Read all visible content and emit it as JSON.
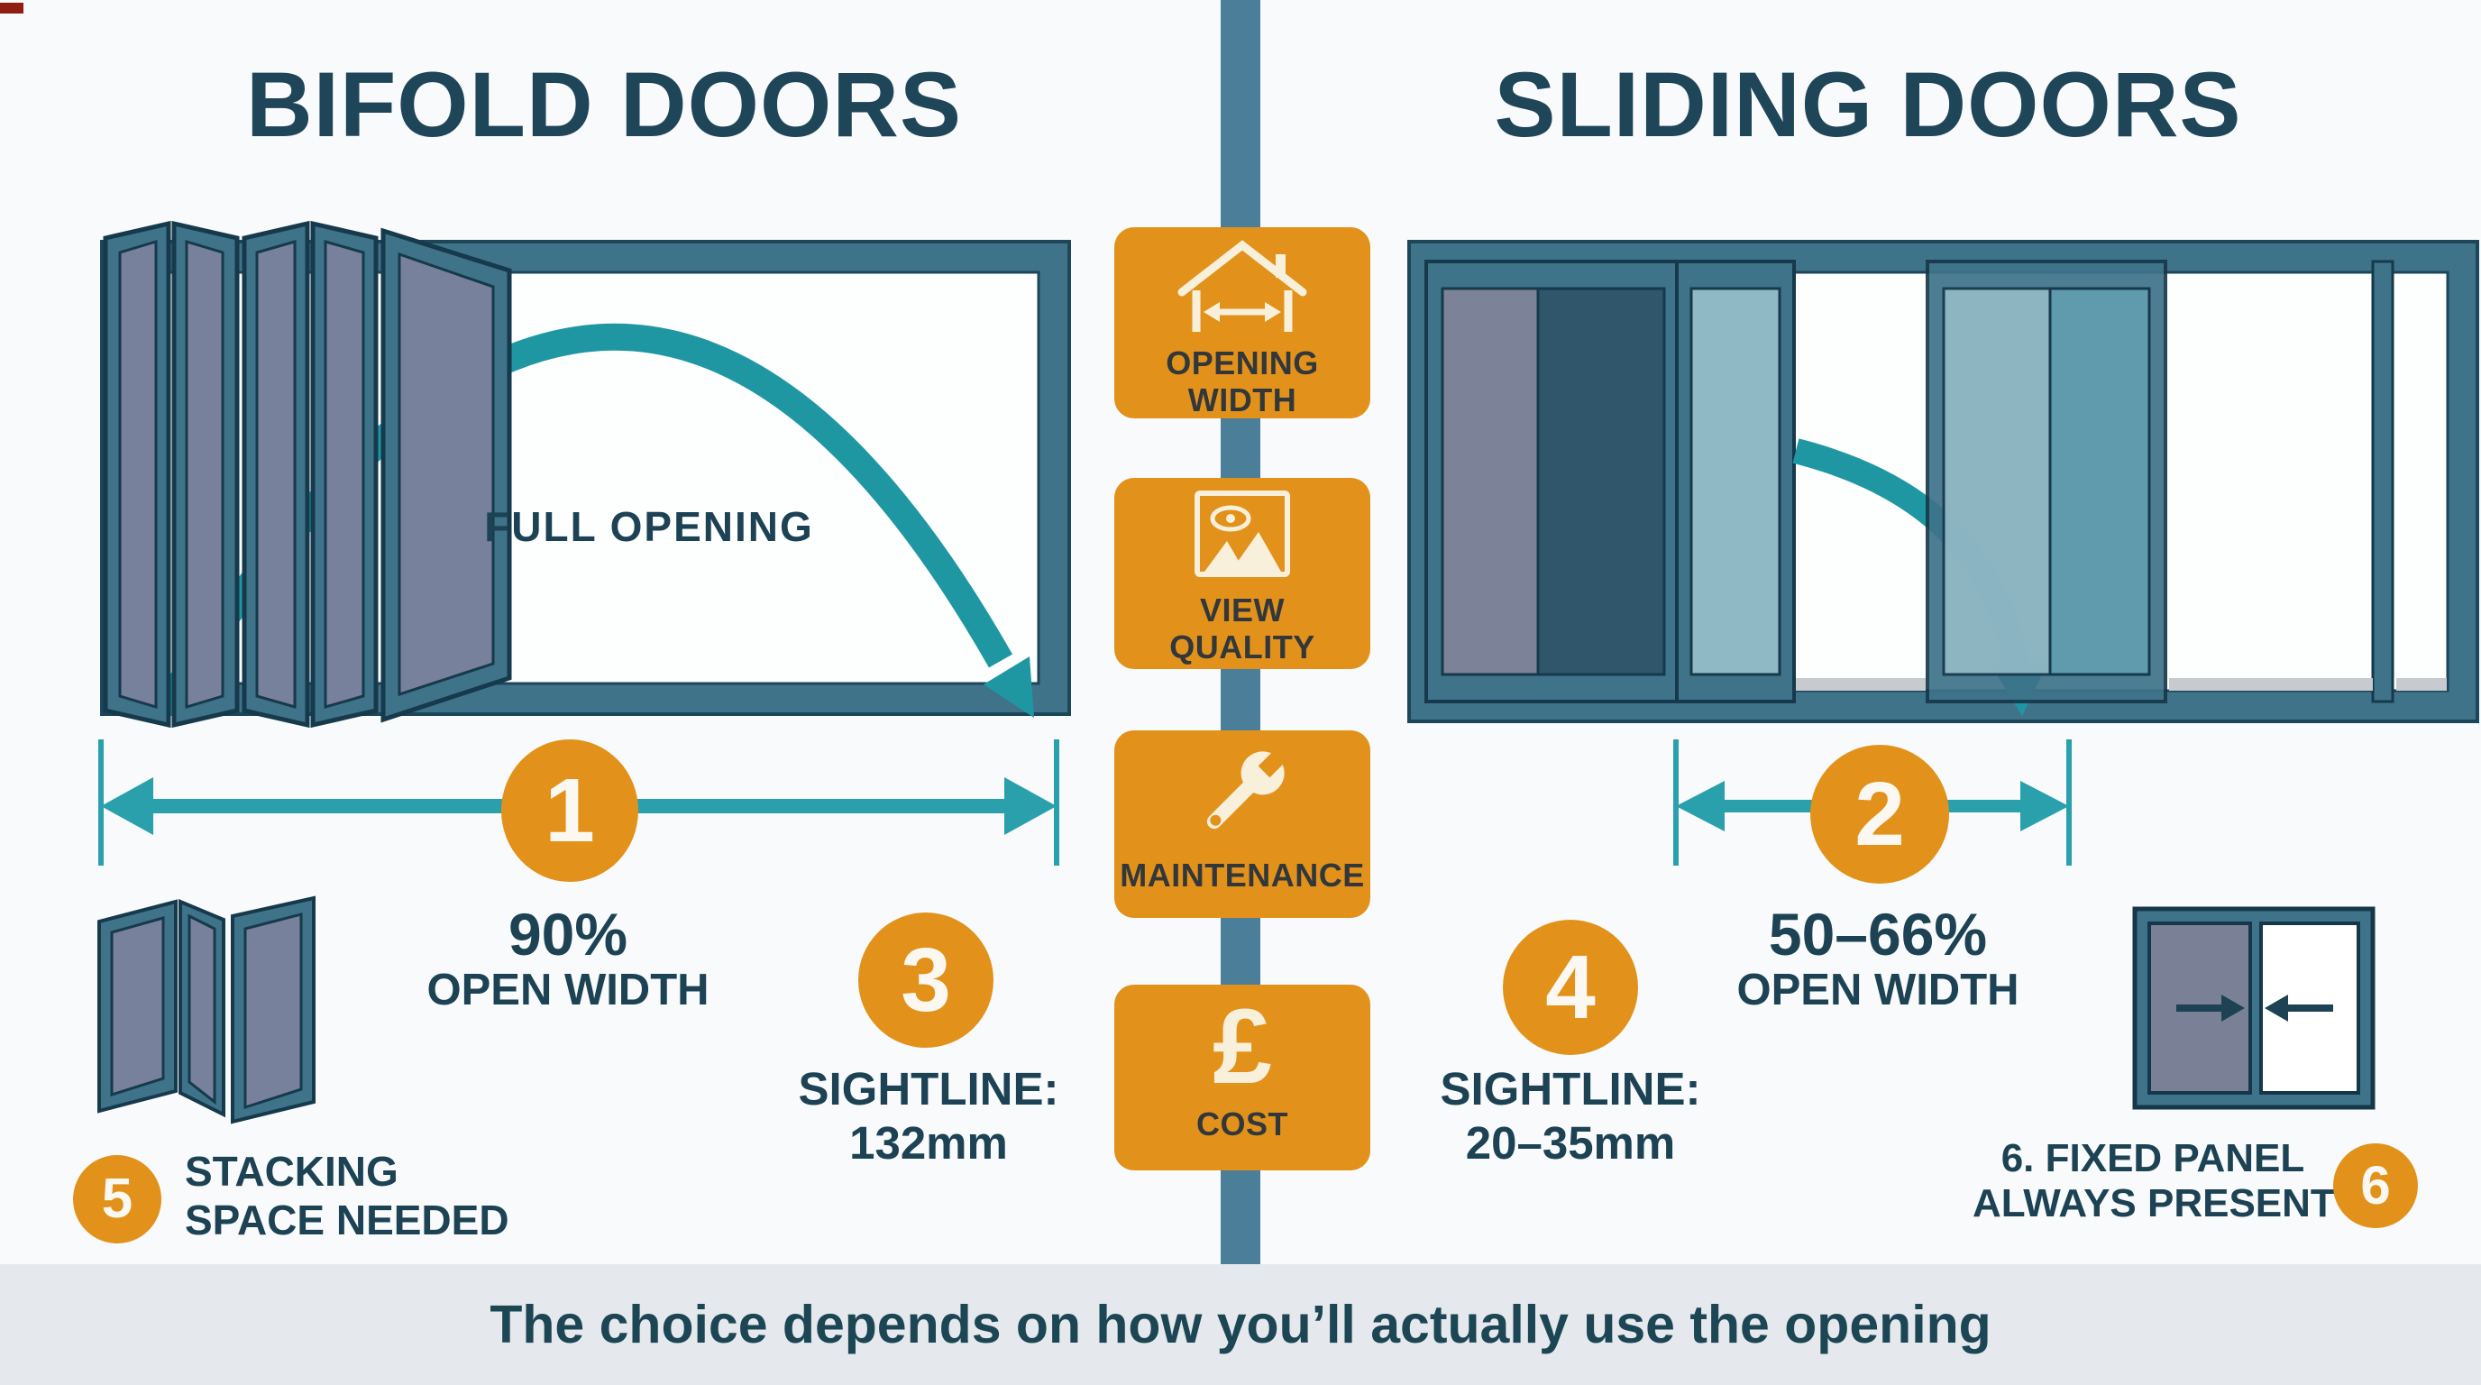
{
  "page": {
    "caption": "The choice depends on how you’ll actually use the opening",
    "background": "#F8FAFB",
    "caption_bg": "#E5E9ED"
  },
  "colors": {
    "accent_orange": "#E2921B",
    "teal_arrow": "#1F97A3",
    "measure_teal": "#2AA0AC",
    "steel_bar": "#4A7E99",
    "frame_teal": "#3E7389",
    "frame_outline": "#1D4659",
    "glass_slate": "#78819B",
    "glass_dark": "#2F566B",
    "glass_light": "#8FB9C5",
    "glass_medium": "#5F9AAD",
    "heading_text": "#1F4558",
    "badge_text": "#31373B",
    "badge_icon_cream": "#F8F0DA"
  },
  "left": {
    "title": "BIFOLD DOORS",
    "diagram_label": "FULL OPENING",
    "open_width": {
      "number": "1",
      "percent": "90%",
      "label": "OPEN WIDTH"
    },
    "sightline": {
      "number": "3",
      "title": "SIGHTLINE:",
      "value": "132mm"
    },
    "stacking": {
      "number": "5",
      "line1": "STACKING",
      "line2": "SPACE NEEDED"
    }
  },
  "right": {
    "title": "SLIDING DOORS",
    "open_width": {
      "number": "2",
      "percent": "50–66%",
      "label": "OPEN WIDTH"
    },
    "sightline": {
      "number": "4",
      "title": "SIGHTLINE:",
      "value": "20–35mm"
    },
    "fixed_panel": {
      "number": "6",
      "line1": "6. FIXED PANEL",
      "line2": "ALWAYS PRESENT"
    }
  },
  "center": {
    "badges": [
      {
        "label_line1": "OPENING",
        "label_line2": "WIDTH",
        "icon": "house-width-icon"
      },
      {
        "label_line1": "VIEW",
        "label_line2": "QUALITY",
        "icon": "picture-view-icon"
      },
      {
        "label_line1": "MAINTENANCE",
        "label_line2": "",
        "icon": "wrench-icon"
      },
      {
        "label_line1": "COST",
        "label_line2": "",
        "icon": "pound-icon",
        "symbol": "£"
      }
    ]
  }
}
